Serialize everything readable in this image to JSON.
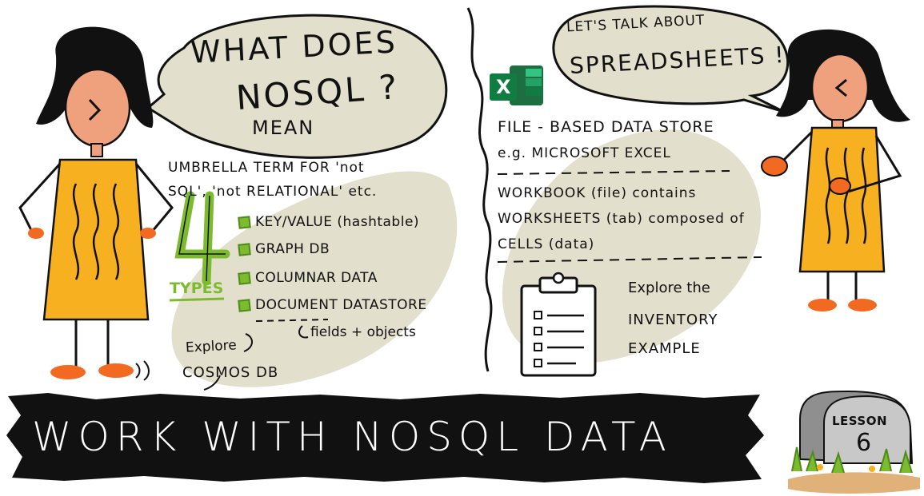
{
  "left_panel": {
    "bubble_lines": [
      "WHAT DOES",
      "NOSQL ?",
      "MEAN"
    ],
    "definition_lines": [
      "UMBRELLA TERM FOR 'not",
      "SQL', 'not RELATIONAL' etc."
    ],
    "types_number": "4",
    "types_label": "TYPES",
    "types": [
      "KEY/VALUE (hashtable)",
      "GRAPH DB",
      "COLUMNAR DATA",
      "DOCUMENT DATASTORE"
    ],
    "document_note": "fields + objects",
    "explore_lines": [
      "Explore",
      "COSMOS DB"
    ]
  },
  "right_panel": {
    "bubble_lines": [
      "LET'S TALK ABOUT",
      "SPREADSHEETS !"
    ],
    "excel_letter": "X",
    "file_store_lines": [
      "FILE - BASED DATA STORE",
      "e.g. MICROSOFT EXCEL"
    ],
    "workbook_lines": [
      "WORKBOOK (file) contains",
      "WORKSHEETS (tab) composed of",
      "CELLS (data)"
    ],
    "explore_lines": [
      "Explore the",
      "INVENTORY",
      "EXAMPLE"
    ]
  },
  "banner": {
    "title": "WORK WITH NOSQL DATA"
  },
  "lesson_stone": {
    "label": "LESSON",
    "number": "6"
  },
  "colors": {
    "ink": "#111111",
    "blob": "#e2dfcc",
    "dress": "#f7b020",
    "skin": "#efa07c",
    "shoe": "#f26a21",
    "accent_green": "#7dbb2e",
    "stone": "#8f8f8f",
    "banner": "#111111"
  }
}
